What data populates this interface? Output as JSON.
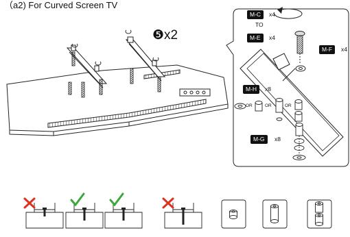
{
  "title": "（a2) For Curved Screen TV",
  "step": {
    "number_symbol": "❺",
    "multiplier": "x2"
  },
  "detail": {
    "screw_options": [
      {
        "code": "M-C",
        "qty": "x4"
      },
      {
        "connector": "TO"
      },
      {
        "code": "M-E",
        "qty": "x4"
      }
    ],
    "washer": {
      "code": "M-F",
      "qty": "x4"
    },
    "spacer_short": {
      "code": "M-H",
      "qty": "x8"
    },
    "spacer_long": {
      "code": "M-G",
      "qty": "x8"
    },
    "or_labels": [
      "OR",
      "OR",
      "OR"
    ]
  },
  "screw_fit_checks": [
    {
      "result": "incorrect",
      "icon": "red-x-icon"
    },
    {
      "result": "correct",
      "icon": "green-check-icon"
    },
    {
      "result": "correct",
      "icon": "green-check-icon"
    },
    {
      "result": "incorrect",
      "icon": "red-x-icon"
    }
  ],
  "spacer_options": [
    "washer-icon",
    "short-spacer-icon",
    "stacked-spacers-icon"
  ],
  "colors": {
    "check": "#3aa83a",
    "cross": "#e03020",
    "line": "#222222",
    "tag_bg": "#111111"
  }
}
